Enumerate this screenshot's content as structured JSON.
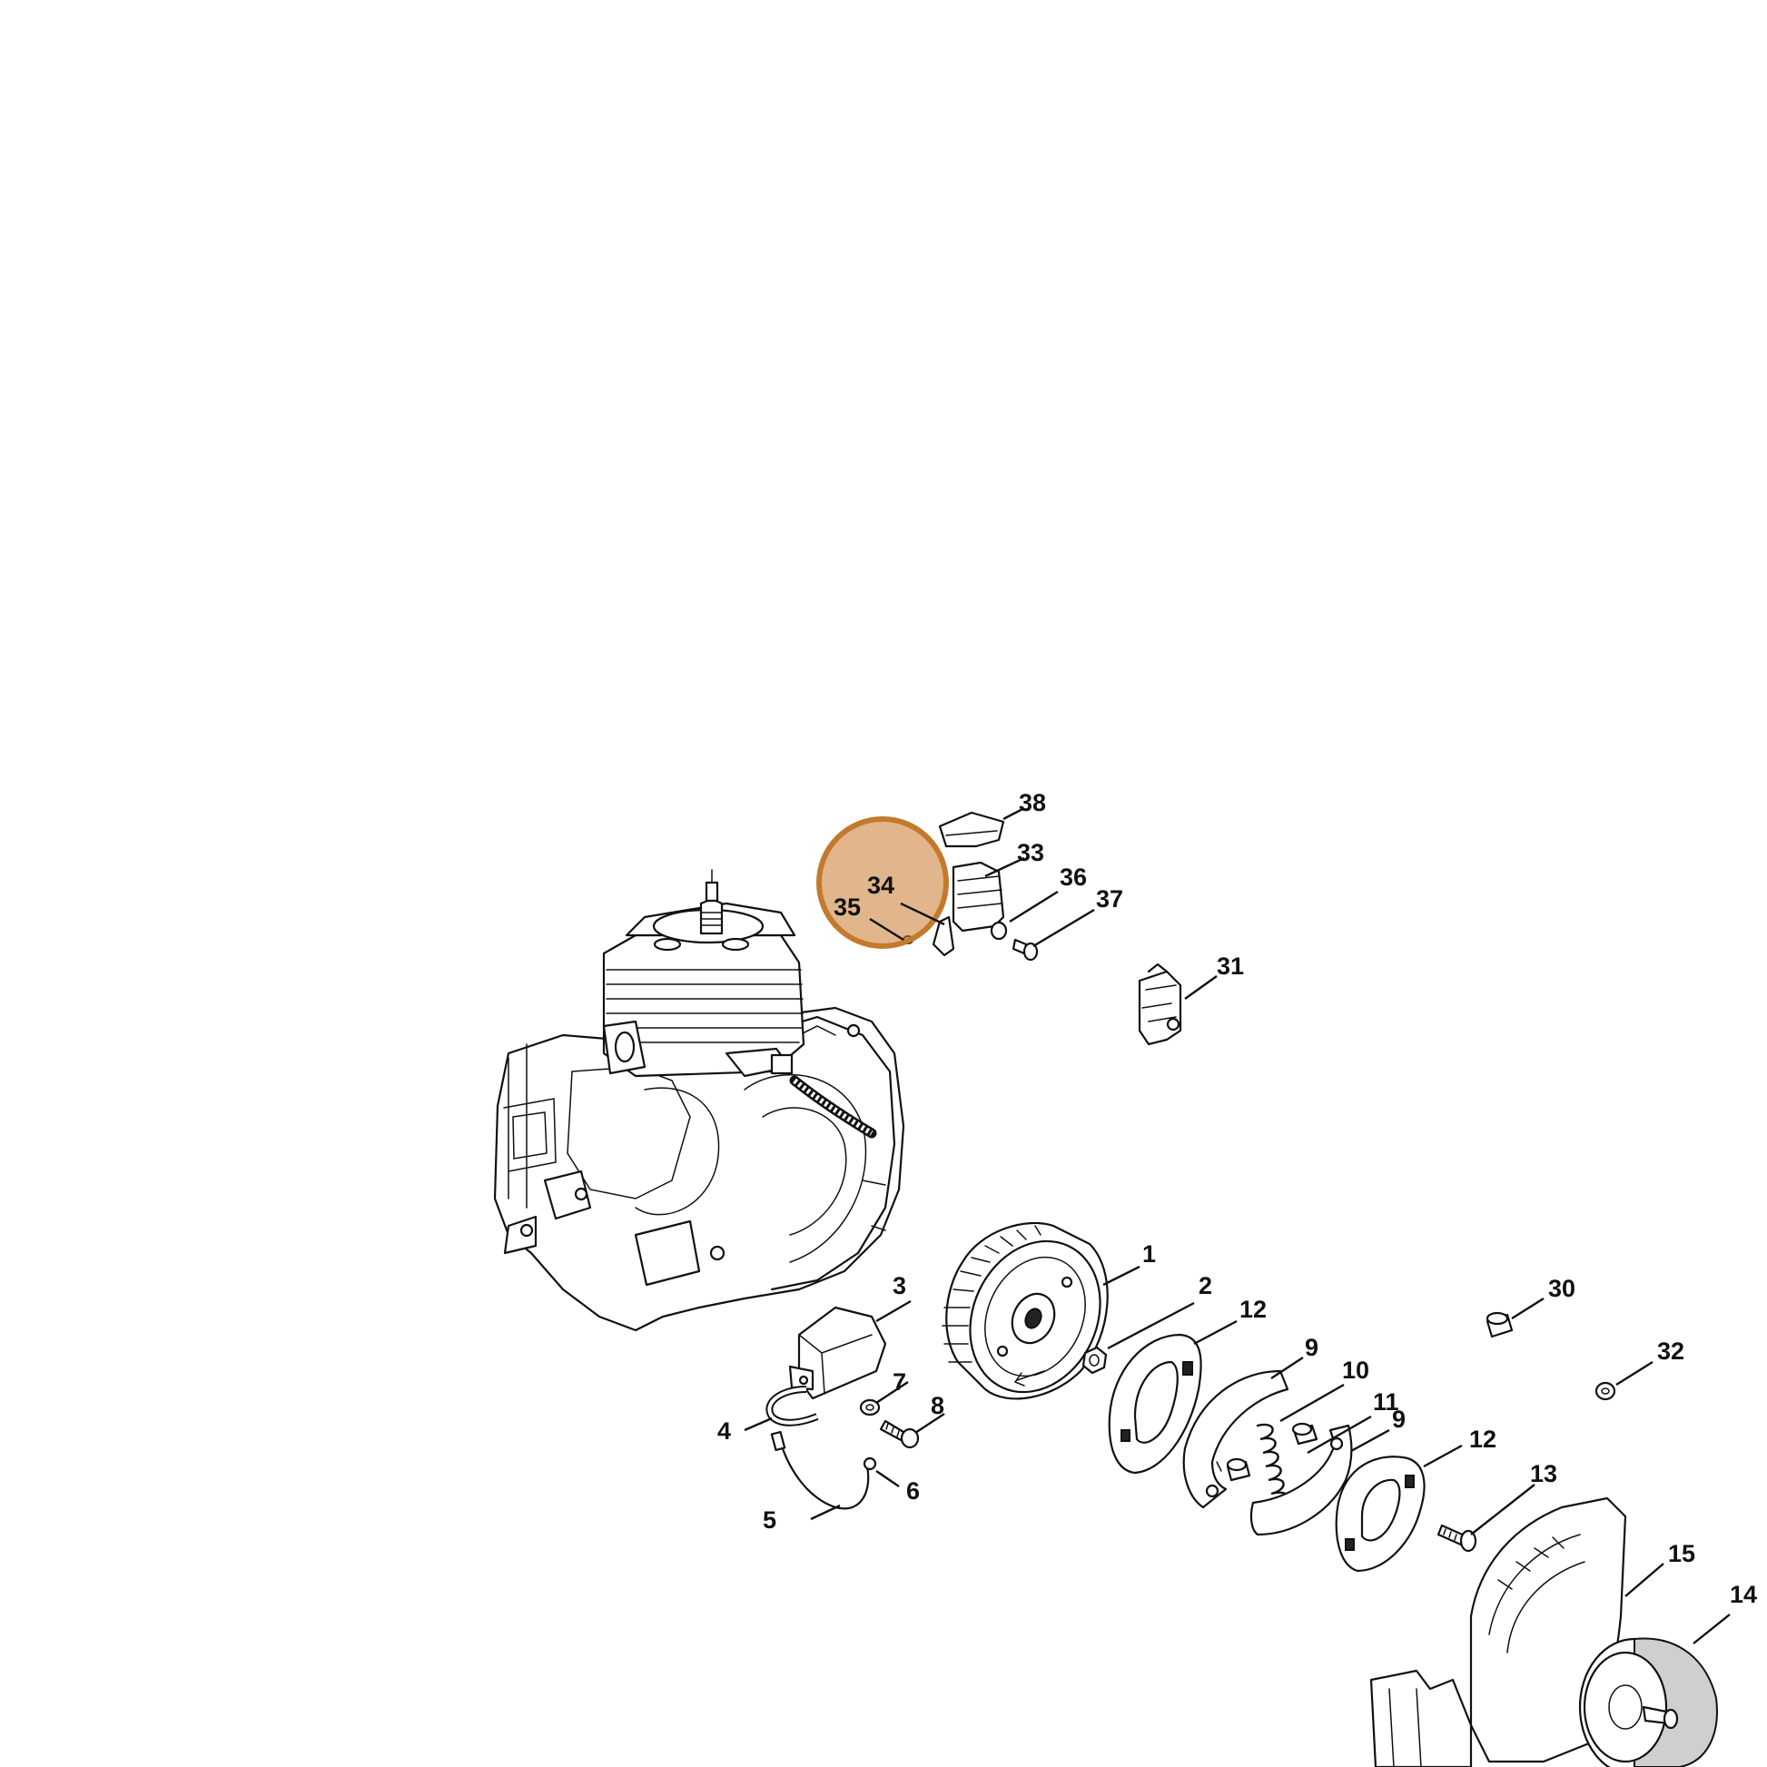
{
  "highlight": {
    "color": "#cd853f",
    "ring_color": "#c47a2c"
  },
  "labels": {
    "p1": "1",
    "p2": "2",
    "p3": "3",
    "p4": "4",
    "p5": "5",
    "p6": "6",
    "p7": "7",
    "p8": "8",
    "p9a": "9",
    "p9b": "9",
    "p10": "10",
    "p11": "11",
    "p12a": "12",
    "p12b": "12",
    "p13": "13",
    "p14": "14",
    "p15": "15",
    "p30": "30",
    "p31": "31",
    "p32": "32",
    "p33": "33",
    "p34": "34",
    "p35": "35",
    "p36": "36",
    "p37": "37",
    "p38": "38"
  }
}
